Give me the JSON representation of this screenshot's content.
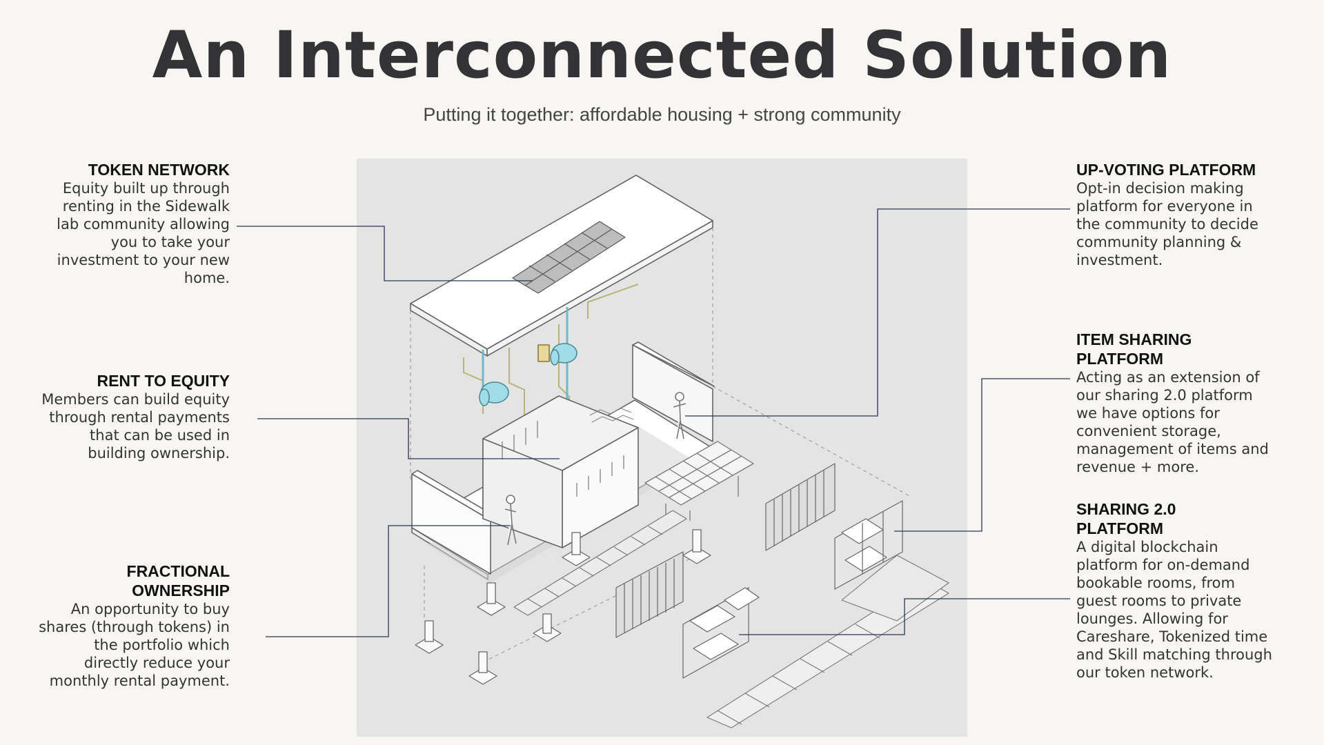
{
  "title": "An Interconnected Solution",
  "subtitle": "Putting it together: affordable housing + strong community",
  "labels": {
    "token_network": {
      "heading": "TOKEN NETWORK",
      "body": "Equity built up through renting in the Sidewalk lab community allowing you to take your investment to your new home."
    },
    "rent_to_equity": {
      "heading": "RENT TO EQUITY",
      "body": "Members can build equity through rental payments that can be used in building ownership."
    },
    "fractional_ownership": {
      "heading": "FRACTIONAL OWNERSHIP",
      "body": "An opportunity to buy shares (through tokens) in the portfolio which directly reduce your monthly rental payment."
    },
    "up_voting_platform": {
      "heading": "UP-VOTING PLATFORM",
      "body": "Opt-in decision making platform for everyone in the community to decide community planning & investment."
    },
    "item_sharing_platform": {
      "heading": "ITEM SHARING PLATFORM",
      "body": "Acting as an extension of our sharing 2.0 platform we have options for convenient storage, management of items and revenue + more."
    },
    "sharing_platform": {
      "heading": "SHARING 2.0 PLATFORM",
      "body": "A digital blockchain platform for on-demand bookable rooms, from guest rooms to private lounges. Allowing for Careshare, Tokenized time and Skill matching through our token network."
    }
  },
  "colors": {
    "background": "#f8f6f3",
    "figure_background": "#e4e4e4",
    "leader_line": "#2a3550",
    "tank": "#9fdde8"
  }
}
